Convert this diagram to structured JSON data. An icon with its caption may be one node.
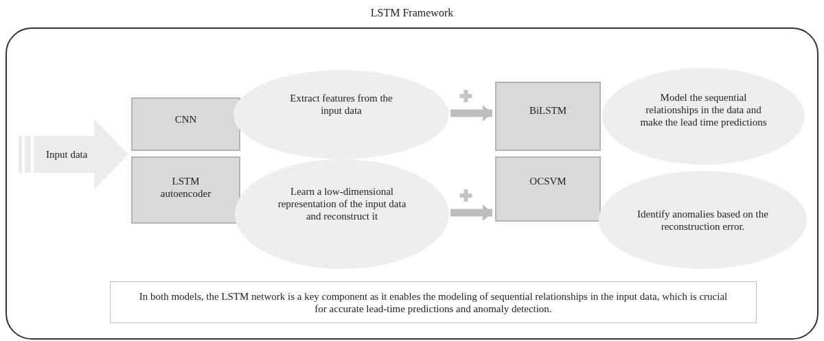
{
  "diagram": {
    "title": "LSTM Framework",
    "nodes": [
      {
        "text": [],
        "shape": "box"
      },
      {
        "text": [
          "Input data"
        ],
        "in": 0
      },
      {
        "text": [
          "CNN"
        ],
        "in": 0
      },
      {
        "text": [
          "Extract features from the input data"
        ],
        "in": 0
      },
      {
        "text": [
          "LSTM autoencoder"
        ],
        "in": 0
      },
      {
        "text": [
          "Learn a low-dimensional representation of the input data and reconstruct it"
        ],
        "in": 0
      },
      {
        "text": [
          "BiLSTM"
        ],
        "in": 0
      },
      {
        "text": [
          "Model the sequential relationships in the data and make the lead time predictions"
        ],
        "in": 0
      },
      {
        "text": [
          "OCSVM"
        ],
        "in": 0
      },
      {
        "text": [
          "Identify anomalies based on the reconstruction error."
        ],
        "in": 0
      },
      {
        "text": [
          "In both models, the LSTM network is a key component as it enables the modeling of sequential relationships in the input data, which is crucial for accurate lead-time predictions and anomaly detection."
        ],
        "in": 0
      }
    ],
    "edges": [
      {
        "from": 3,
        "to": 6,
        "arrow": "to"
      },
      {
        "from": 5,
        "to": 8,
        "arrow": "to"
      }
    ]
  }
}
